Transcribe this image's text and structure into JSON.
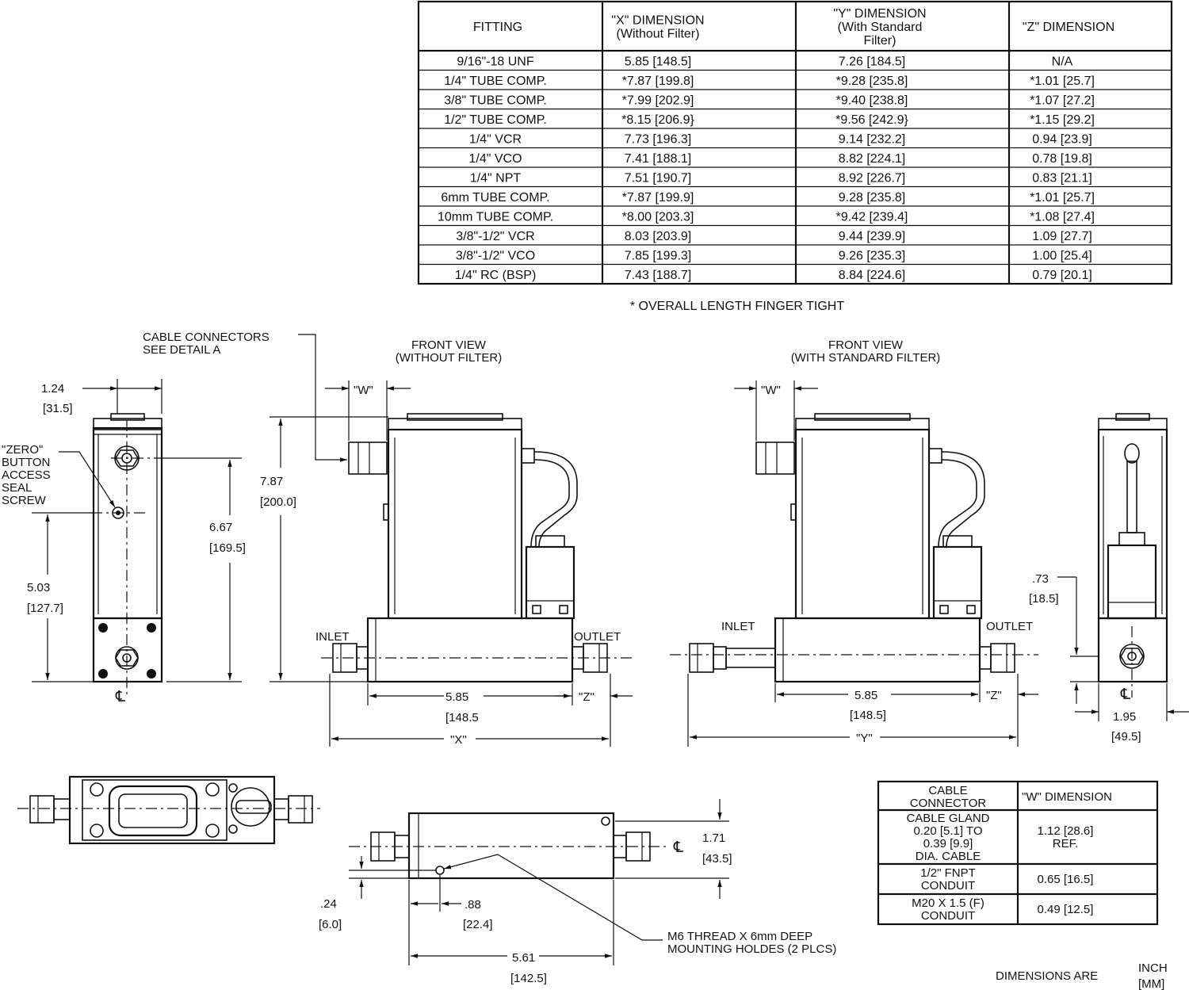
{
  "main_table": {
    "headers": [
      [
        "FITTING"
      ],
      [
        "\"X\" DIMENSION",
        "(Without Filter)"
      ],
      [
        "\"Y\" DIMENSION",
        "(With Standard",
        "Filter)"
      ],
      [
        "\"Z\" DIMENSION"
      ]
    ],
    "rows": [
      [
        "9/16\"-18 UNF",
        "5.85 [148.5]",
        "7.26 [184.5]",
        "N/A"
      ],
      [
        "1/4\" TUBE COMP.",
        "*7.87 [199.8]",
        "*9.28 [235.8]",
        "*1.01 [25.7]"
      ],
      [
        "3/8\" TUBE COMP.",
        "*7.99 [202.9]",
        "*9.40 [238.8]",
        "*1.07 [27.2]"
      ],
      [
        "1/2\" TUBE COMP.",
        "*8.15 [206.9}",
        "*9.56 [242.9}",
        "*1.15 [29.2]"
      ],
      [
        "1/4\" VCR",
        "7.73 [196.3]",
        "9.14 [232.2]",
        "0.94 [23.9]"
      ],
      [
        "1/4\" VCO",
        "7.41 [188.1]",
        "8.82 [224.1]",
        "0.78 [19.8]"
      ],
      [
        "1/4\" NPT",
        "7.51 [190.7]",
        "8.92 [226.7]",
        "0.83 [21.1]"
      ],
      [
        "6mm TUBE COMP.",
        "*7.87 [199.9]",
        "9.28 [235.8]",
        "*1.01 [25.7]"
      ],
      [
        "10mm TUBE COMP.",
        "*8.00 [203.3]",
        "*9.42 [239.4]",
        "*1.08 [27.4]"
      ],
      [
        "3/8\"-1/2\" VCR",
        "8.03 [203.9]",
        "9.44 [239.9]",
        "1.09 [27.7]"
      ],
      [
        "3/8\"-1/2\" VCO",
        "7.85 [199.3]",
        "9.26 [235.3]",
        "1.00 [25.4]"
      ],
      [
        "1/4\" RC (BSP)",
        "7.43 [188.7]",
        "8.84 [224.6]",
        "0.79 [20.1]"
      ]
    ],
    "footnote": "* OVERALL LENGTH FINGER TIGHT"
  },
  "w_table": {
    "headers": [
      [
        "CABLE",
        "CONNECTOR"
      ],
      [
        "\"W\" DIMENSION"
      ]
    ],
    "rows": [
      {
        "connector": [
          "CABLE GLAND",
          "0.20 [5.1] TO",
          "0.39 [9.9]",
          "DIA. CABLE"
        ],
        "w": [
          "1.12 [28.6]",
          "REF."
        ]
      },
      {
        "connector": [
          "1/2\" FNPT",
          "CONDUIT"
        ],
        "w": [
          "0.65 [16.5]"
        ]
      },
      {
        "connector": [
          "M20 X 1.5 (F)",
          "CONDUIT"
        ],
        "w": [
          "0.49 [12.5]"
        ]
      }
    ]
  },
  "labels": {
    "cable_connectors": [
      "CABLE CONNECTORS",
      "SEE DETAIL A"
    ],
    "front_view_a": [
      "FRONT VIEW",
      "(WITHOUT FILTER)"
    ],
    "front_view_b": [
      "FRONT VIEW",
      "(WITH STANDARD FILTER)"
    ],
    "zero_button": [
      "\"ZERO\"",
      "BUTTON",
      "ACCESS",
      "SEAL",
      "SCREW"
    ],
    "inlet": "INLET",
    "outlet": "OUTLET",
    "w_dim": "\"W\"",
    "z_dim": "\"Z\"",
    "x_dim": "\"X\"",
    "y_dim": "\"Y\"",
    "centerline": "℄",
    "mounting": [
      "M6 THREAD X 6mm DEEP",
      "MOUNTING HOLDES (2 PLCS)"
    ],
    "dimensions_are": "DIMENSIONS ARE",
    "units": [
      "INCH",
      "[MM]"
    ]
  },
  "dimensions": {
    "d1_24": "1.24",
    "d31_5": "[31.5]",
    "d6_67": "6.67",
    "d169_5": "[169.5]",
    "d5_03": "5.03",
    "d127_7": "[127.7]",
    "d7_87": "7.87",
    "d200_0": "[200.0]",
    "d5_85": "5.85",
    "d148_5": "[148.5",
    "d5_85b": "5.85",
    "d148_5b": "[148.5]",
    "d_73": ".73",
    "d18_5": "[18.5]",
    "d1_95": "1.95",
    "d49_5": "[49.5]",
    "d1_71": "1.71",
    "d43_5": "[43.5]",
    "d_24": ".24",
    "d6_0": "[6.0]",
    "d_88": ".88",
    "d22_4": "[22.4]",
    "d5_61": "5.61",
    "d142_5": "[142.5]"
  }
}
